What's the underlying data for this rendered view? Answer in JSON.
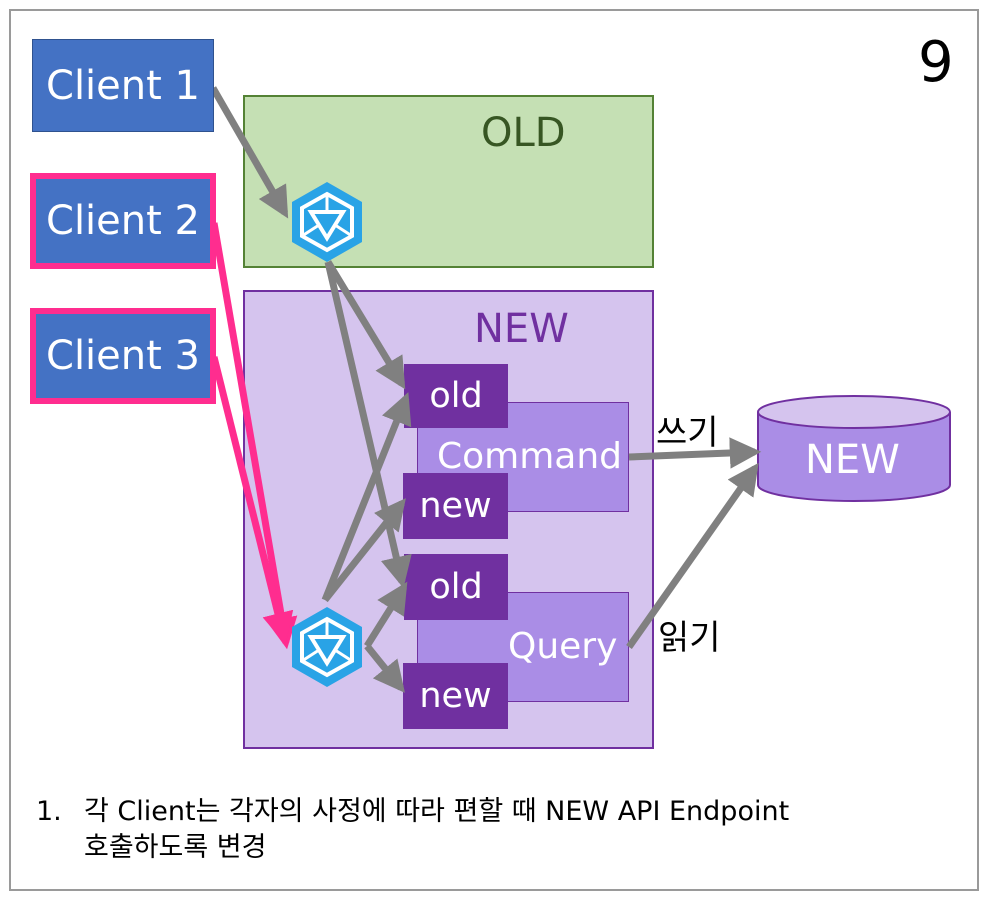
{
  "page_number": "9",
  "clients": [
    "Client 1",
    "Client 2",
    "Client 3"
  ],
  "regions": {
    "old_title": "OLD",
    "new_title": "NEW"
  },
  "services": {
    "command": "Command",
    "query": "Query"
  },
  "versions": {
    "old": "old",
    "new": "new"
  },
  "database": {
    "label": "NEW"
  },
  "edge_labels": {
    "write": "쓰기",
    "read": "읽기"
  },
  "notes": {
    "number": "1.",
    "line1": "각 Client는 각자의 사정에 따라 편할 때 NEW API Endpoint",
    "line2": "호출하도록 변경"
  },
  "colors": {
    "client": "#4472c4",
    "highlight": "#ff2d8f",
    "old_region": "#c5e0b4",
    "new_region": "#d5c4ee",
    "service": "#aa8de6",
    "version": "#7030a0",
    "arrow": "#808080",
    "gateway": "#29a3e6"
  },
  "icons": [
    "gateway-icon"
  ]
}
